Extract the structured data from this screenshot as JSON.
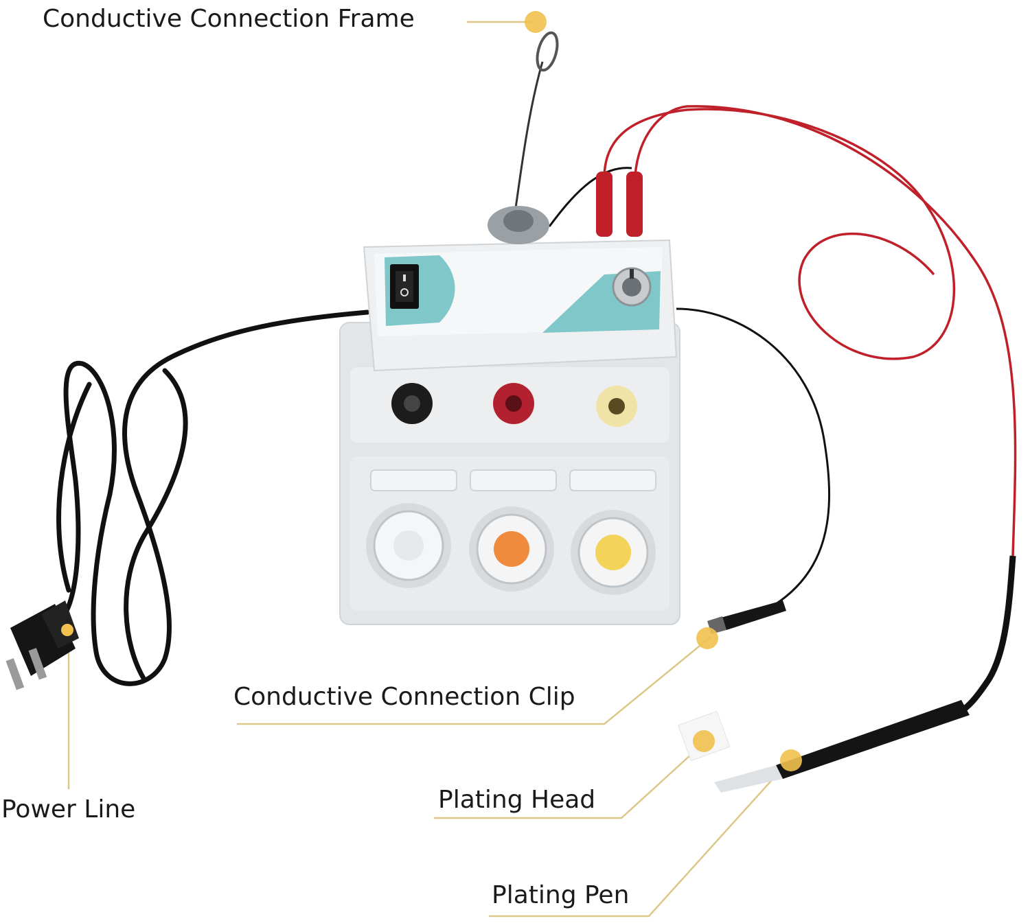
{
  "labels": {
    "frame": "Conductive Connection Frame",
    "clip": "Conductive Connection Clip",
    "head": "Plating Head",
    "pen": "Plating Pen",
    "power": "Power Line"
  },
  "colors": {
    "background": "#ffffff",
    "device_body": "#e6e8ea",
    "panel": "#f1f2f3",
    "accent_teal": "#7fc7c9",
    "leader_line": "#d9c27a",
    "marker_dot": "#f2c14e",
    "red_wire": "#c0202a",
    "black_wire": "#111111",
    "jack_black": "#1c1c1c",
    "jack_red": "#b32030",
    "jack_yellow": "#efe3a8",
    "cup_clear": "#f4f6f8",
    "cup_orange": "#f08a3c",
    "cup_yellow": "#f3d35a"
  },
  "icons": [
    "power-switch-icon",
    "knob-icon",
    "power-plug-icon",
    "alligator-clip-icon",
    "ring-hook-icon"
  ]
}
